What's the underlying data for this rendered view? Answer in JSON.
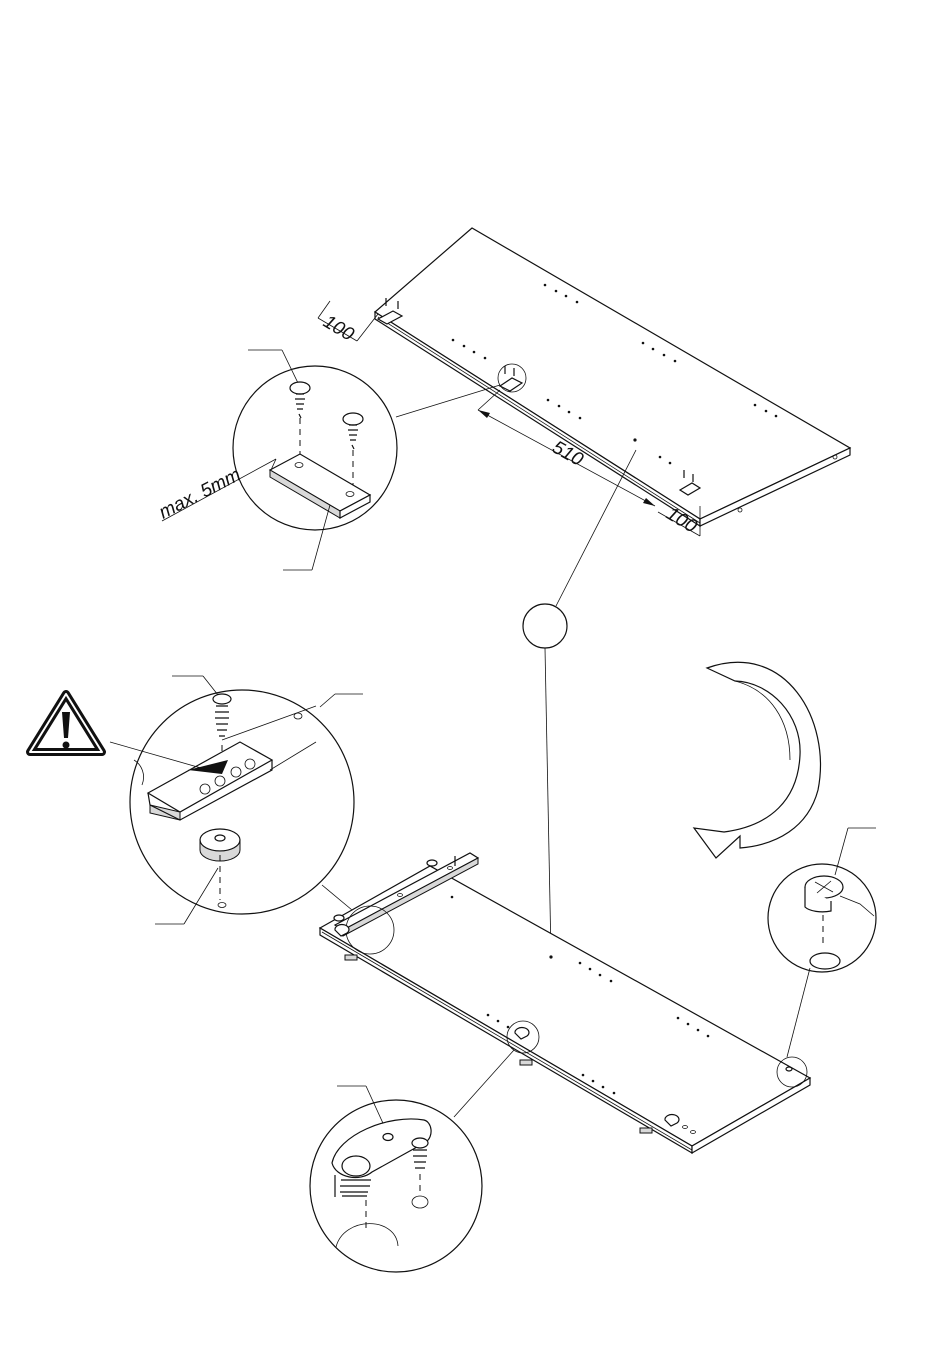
{
  "dimensions": {
    "top_left_offset": "100",
    "hinge_spacing": "510",
    "top_right_offset": "100",
    "max_gap": "max. 5mm"
  },
  "icons": {
    "warning": "warning-triangle-icon",
    "rotate": "rotate-arrow-icon"
  }
}
